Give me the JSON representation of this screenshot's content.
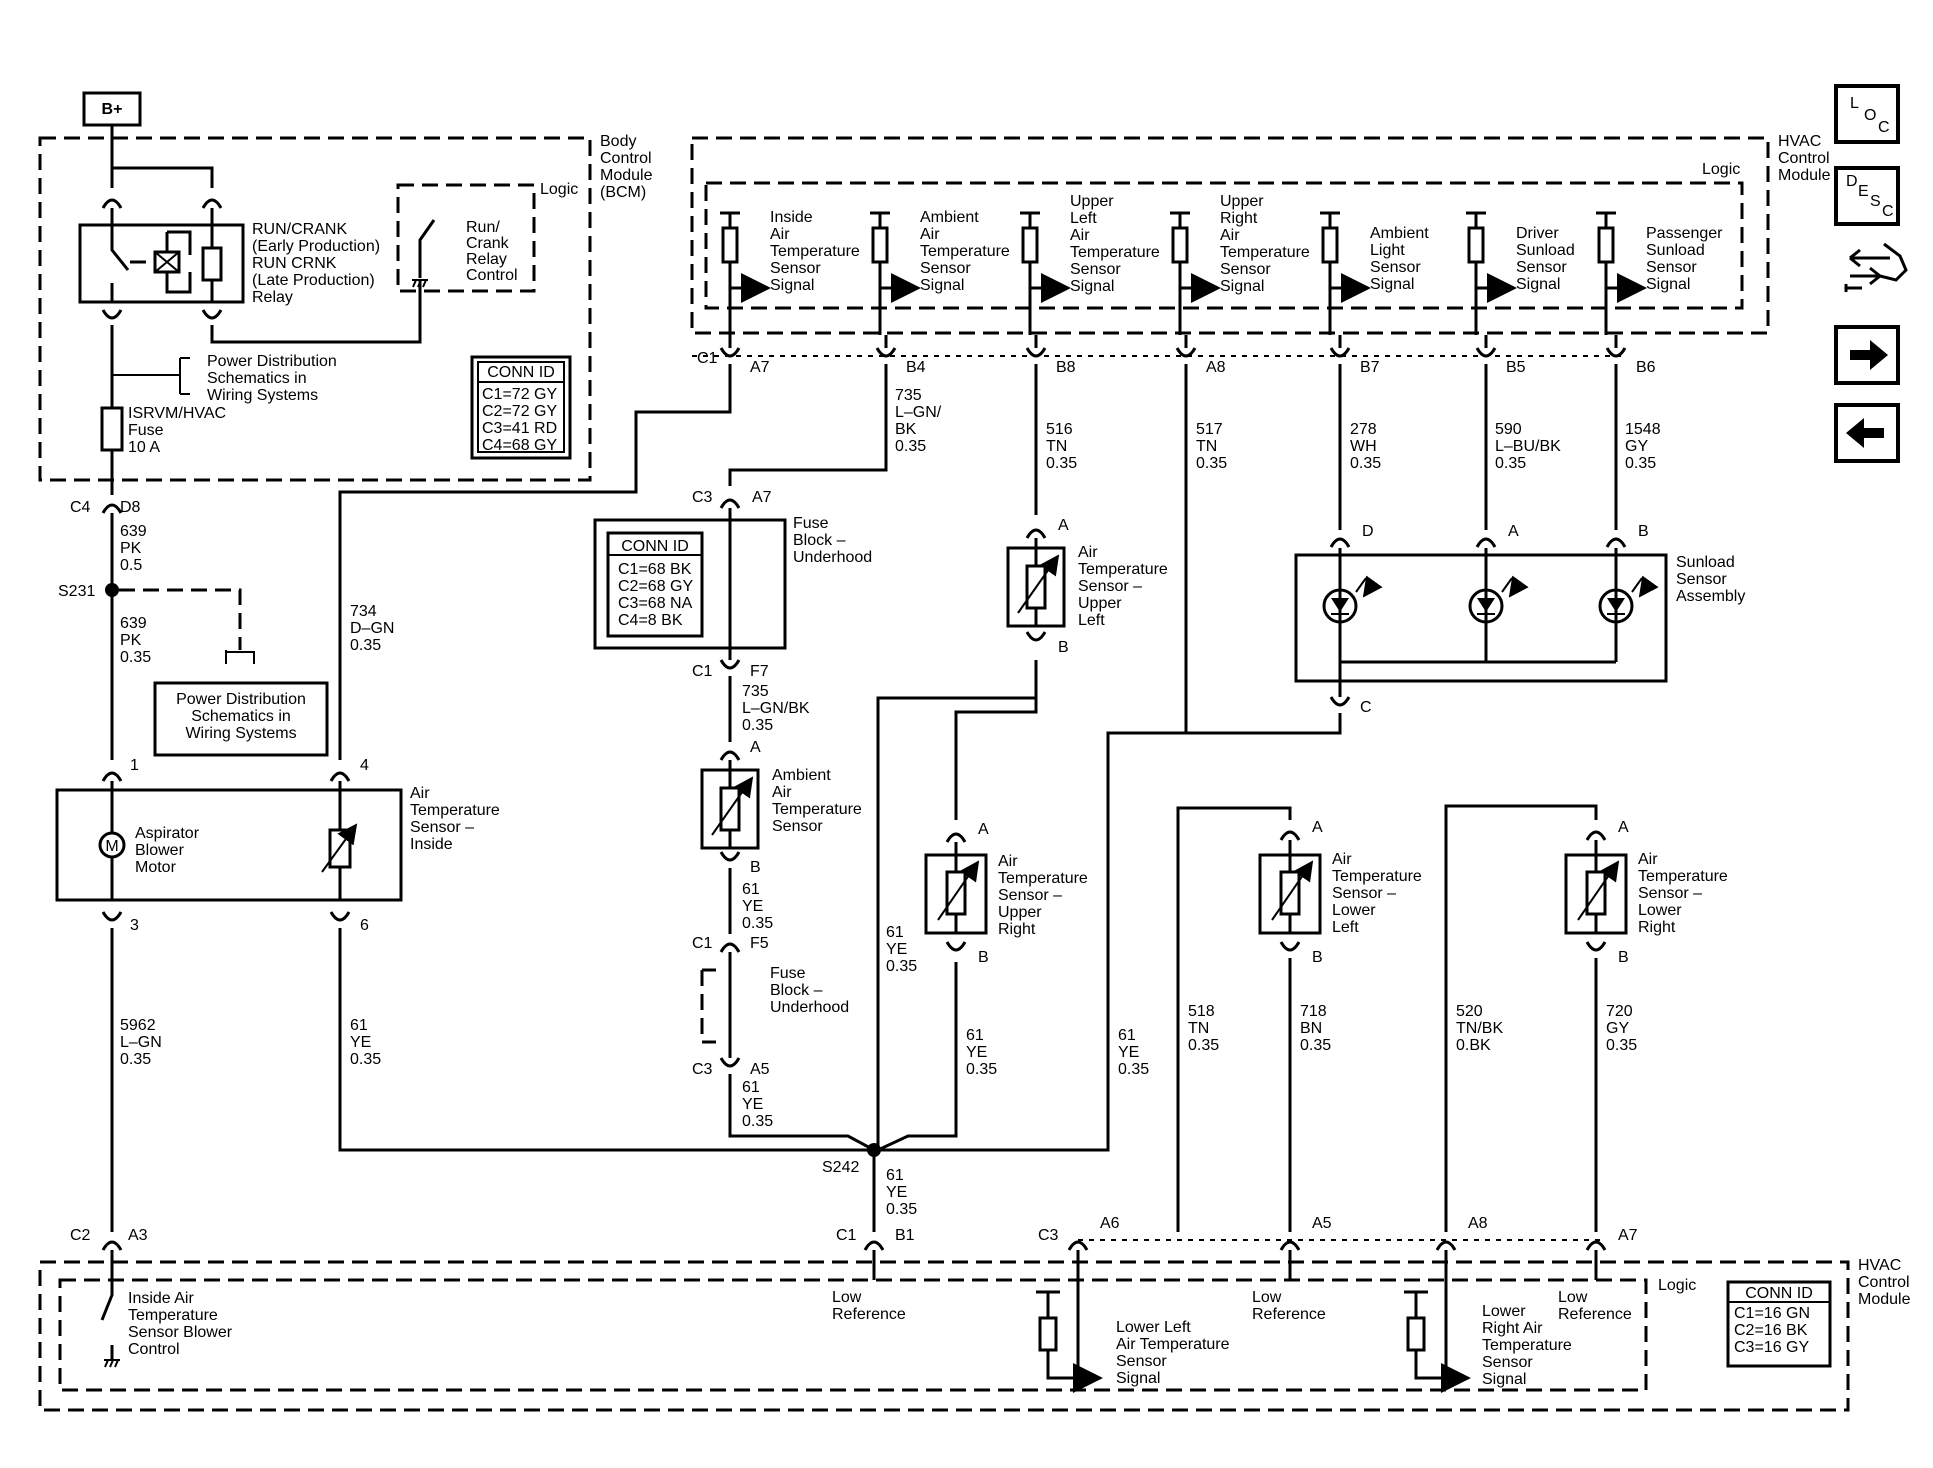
{
  "bplus": "B+",
  "bcm": {
    "module": [
      "Body",
      "Control",
      "Module",
      "(BCM)"
    ],
    "logic": "Logic",
    "relay": [
      "RUN/CRANK",
      "(Early Production)",
      "RUN CRNK",
      "(Late Production)",
      "Relay"
    ],
    "relay_control": [
      "Run/",
      "Crank",
      "Relay",
      "Control"
    ],
    "power_dist": [
      "Power Distribution",
      "Schematics in",
      "Wiring Systems"
    ],
    "fuse": [
      "ISRVM/HVAC",
      "Fuse",
      "10 A"
    ],
    "conn_title": "CONN ID",
    "conn": [
      "C1=72 GY",
      "C2=72 GY",
      "C3=41 RD",
      "C4=68 GY"
    ]
  },
  "left": {
    "c4": "C4",
    "d8": "D8",
    "w639a": [
      "639",
      "PK",
      "0.5"
    ],
    "s231": "S231",
    "w639b": [
      "639",
      "PK",
      "0.35"
    ],
    "power_dist": [
      "Power Distribution",
      "Schematics in",
      "Wiring Systems"
    ],
    "w734": [
      "734",
      "D–GN",
      "0.35"
    ],
    "pin1": "1",
    "pin4": "4",
    "pin3": "3",
    "pin6": "6",
    "motor_symbol": "M",
    "motor": [
      "Aspirator",
      "Blower",
      "Motor"
    ],
    "sensor": [
      "Air",
      "Temperature",
      "Sensor –",
      "Inside"
    ],
    "w5962": [
      "5962",
      "L–GN",
      "0.35"
    ],
    "w61": [
      "61",
      "YE",
      "0.35"
    ],
    "c2": "C2",
    "a3": "A3"
  },
  "hvac_top": {
    "module": [
      "HVAC",
      "Control",
      "Module"
    ],
    "logic": "Logic",
    "signals": [
      [
        "Inside",
        "Air",
        "Temperature",
        "Sensor",
        "Signal"
      ],
      [
        "Ambient",
        "Air",
        "Temperature",
        "Sensor",
        "Signal"
      ],
      [
        "Upper",
        "Left",
        "Air",
        "Temperature",
        "Sensor",
        "Signal"
      ],
      [
        "Upper",
        "Right",
        "Air",
        "Temperature",
        "Sensor",
        "Signal"
      ],
      [
        "Ambient",
        "Light",
        "Sensor",
        "Signal"
      ],
      [
        "Driver",
        "Sunload",
        "Sensor",
        "Signal"
      ],
      [
        "Passenger",
        "Sunload",
        "Sensor",
        "Signal"
      ]
    ],
    "c1": "C1",
    "pins": [
      "A7",
      "B4",
      "B8",
      "A8",
      "B7",
      "B5",
      "B6"
    ],
    "wires": [
      [
        "735",
        "L–GN/",
        "BK",
        "0.35"
      ],
      [
        "516",
        "TN",
        "0.35"
      ],
      [
        "517",
        "TN",
        "0.35"
      ],
      [
        "278",
        "WH",
        "0.35"
      ],
      [
        "590",
        "L–BU/BK",
        "0.35"
      ],
      [
        "1548",
        "GY",
        "0.35"
      ]
    ]
  },
  "fuseblock": {
    "c3": "C3",
    "a7": "A7",
    "label": [
      "Fuse",
      "Block –",
      "Underhood"
    ],
    "conn_title": "CONN ID",
    "conn": [
      "C1=68 BK",
      "C2=68 GY",
      "C3=68 NA",
      "C4=8 BK"
    ],
    "c1": "C1",
    "f7": "F7",
    "w735": [
      "735",
      "L–GN/BK",
      "0.35"
    ],
    "pin_a": "A",
    "pin_b": "B",
    "ambient": [
      "Ambient",
      "Air",
      "Temperature",
      "Sensor"
    ],
    "w61": [
      "61",
      "YE",
      "0.35"
    ],
    "c1b": "C1",
    "f5": "F5",
    "label2": [
      "Fuse",
      "Block –",
      "Underhood"
    ],
    "c3b": "C3",
    "a5": "A5",
    "w61b": [
      "61",
      "YE",
      "0.35"
    ]
  },
  "splice": {
    "s242": "S242",
    "w61_in": [
      "61",
      "YE",
      "0.35"
    ],
    "w61_out": [
      "61",
      "YE",
      "0.35"
    ],
    "c1": "C1",
    "b1": "B1"
  },
  "upper_left": {
    "pin_a": "A",
    "pin_b": "B",
    "label": [
      "Air",
      "Temperature",
      "Sensor –",
      "Upper",
      "Left"
    ]
  },
  "upper_right": {
    "pin_a": "A",
    "pin_b": "B",
    "label": [
      "Air",
      "Temperature",
      "Sensor –",
      "Upper",
      "Right"
    ],
    "w61": [
      "61",
      "YE",
      "0.35"
    ],
    "w61b": [
      "61",
      "YE",
      "0.35"
    ]
  },
  "sunload": {
    "pins": [
      "D",
      "A",
      "B"
    ],
    "pin_c": "C",
    "label": [
      "Sunload",
      "Sensor",
      "Assembly"
    ]
  },
  "lower_left": {
    "pin_a": "A",
    "pin_b": "B",
    "label": [
      "Air",
      "Temperature",
      "Sensor –",
      "Lower",
      "Left"
    ],
    "w518": [
      "518",
      "TN",
      "0.35"
    ],
    "w718": [
      "718",
      "BN",
      "0.35"
    ]
  },
  "lower_right": {
    "pin_a": "A",
    "pin_b": "B",
    "label": [
      "Air",
      "Temperature",
      "Sensor –",
      "Lower",
      "Right"
    ],
    "w520": [
      "520",
      "TN/BK",
      "0.BK"
    ],
    "w720": [
      "720",
      "GY",
      "0.35"
    ]
  },
  "hvac_bottom": {
    "module": [
      "HVAC",
      "Control",
      "Module"
    ],
    "logic": "Logic",
    "c3": "C3",
    "pins": [
      "A6",
      "A5",
      "A8",
      "A7"
    ],
    "inside_blower": [
      "Inside Air",
      "Temperature",
      "Sensor Blower",
      "Control"
    ],
    "low_ref": [
      "Low",
      "Reference"
    ],
    "lower_left_sig": [
      "Lower Left",
      "Air Temperature",
      "Sensor",
      "Signal"
    ],
    "lower_right_sig": [
      "Lower",
      "Right Air",
      "Temperature",
      "Sensor",
      "Signal"
    ],
    "conn_title": "CONN ID",
    "conn": [
      "C1=16 GN",
      "C2=16 BK",
      "C3=16 GY"
    ]
  },
  "nav": {
    "loc": [
      "L",
      "O",
      "C"
    ],
    "desc": [
      "D",
      "E",
      "S",
      "C"
    ]
  }
}
